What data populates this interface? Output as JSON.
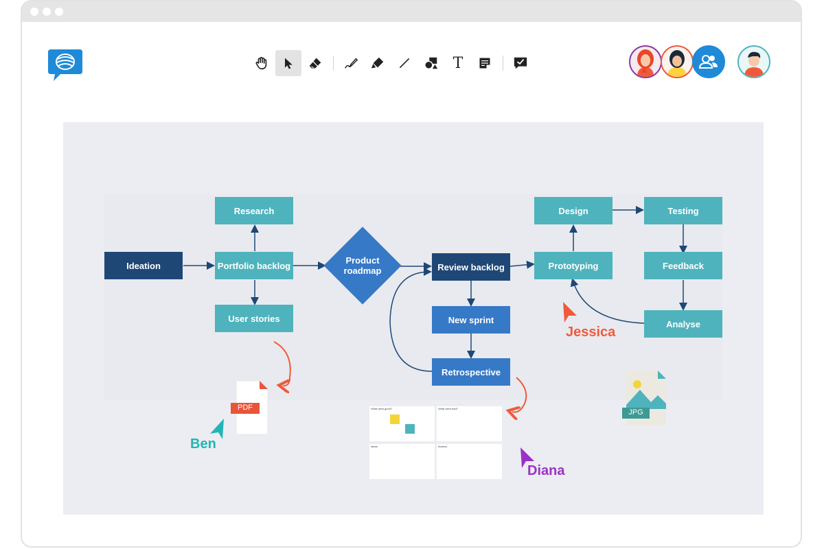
{
  "window": {
    "title_dots": [
      "close",
      "minimize",
      "maximize"
    ]
  },
  "app": {
    "logo_icon": "chat-bubble-logo-icon",
    "accent": "#1f8ad8"
  },
  "toolbar": {
    "tools": [
      {
        "name": "hand-tool",
        "icon": "hand-icon",
        "active": false
      },
      {
        "name": "select-tool",
        "icon": "pointer-icon",
        "active": true
      },
      {
        "name": "eraser-tool",
        "icon": "eraser-icon",
        "active": false
      },
      {
        "name": "pen-tool",
        "icon": "pen-icon",
        "active": false
      },
      {
        "name": "highlighter-tool",
        "icon": "highlighter-icon",
        "active": false
      },
      {
        "name": "line-tool",
        "icon": "line-icon",
        "active": false
      },
      {
        "name": "shapes-tool",
        "icon": "shapes-icon",
        "active": false
      },
      {
        "name": "text-tool",
        "icon": "text-icon",
        "active": false,
        "glyph": "T"
      },
      {
        "name": "sticky-note-tool",
        "icon": "sticky-note-icon",
        "active": false
      },
      {
        "name": "review-tool",
        "icon": "comment-check-icon",
        "active": false
      }
    ]
  },
  "collaborators": [
    {
      "name": "avatar-red-haired-woman",
      "border": "#8b3a9e"
    },
    {
      "name": "avatar-dark-haired-woman",
      "border": "#ea5a3c"
    },
    {
      "name": "avatar-group",
      "icon": "users-icon",
      "border": "#1f8ad8"
    },
    {
      "name": "avatar-current-user",
      "border": "#4fb3bd"
    }
  ],
  "flowchart": {
    "nodes": {
      "ideation": "Ideation",
      "research": "Research",
      "portfolio_backlog": "Portfolio backlog",
      "user_stories": "User stories",
      "product_roadmap_1": "Product",
      "product_roadmap_2": "roadmap",
      "review_backlog": "Review backlog",
      "new_sprint": "New sprint",
      "retrospective": "Retrospective",
      "design": "Design",
      "testing": "Testing",
      "prototyping": "Prototyping",
      "feedback": "Feedback",
      "analyse": "Analyse"
    },
    "colors": {
      "teal": "#4fb3bd",
      "navy": "#1f4776",
      "blue": "#3679c7",
      "arrow": "#1f4776"
    }
  },
  "cursors": [
    {
      "name": "Ben",
      "color": "#23b5b5"
    },
    {
      "name": "Jessica",
      "color": "#f05a3a"
    },
    {
      "name": "Diana",
      "color": "#9b30c9"
    }
  ],
  "attachments": {
    "pdf_label": "PDF",
    "jpg_label": "JPG"
  },
  "retro_board": {
    "cells": [
      "What went good?",
      "What went bad?",
      "Ideas",
      "Actions"
    ]
  }
}
